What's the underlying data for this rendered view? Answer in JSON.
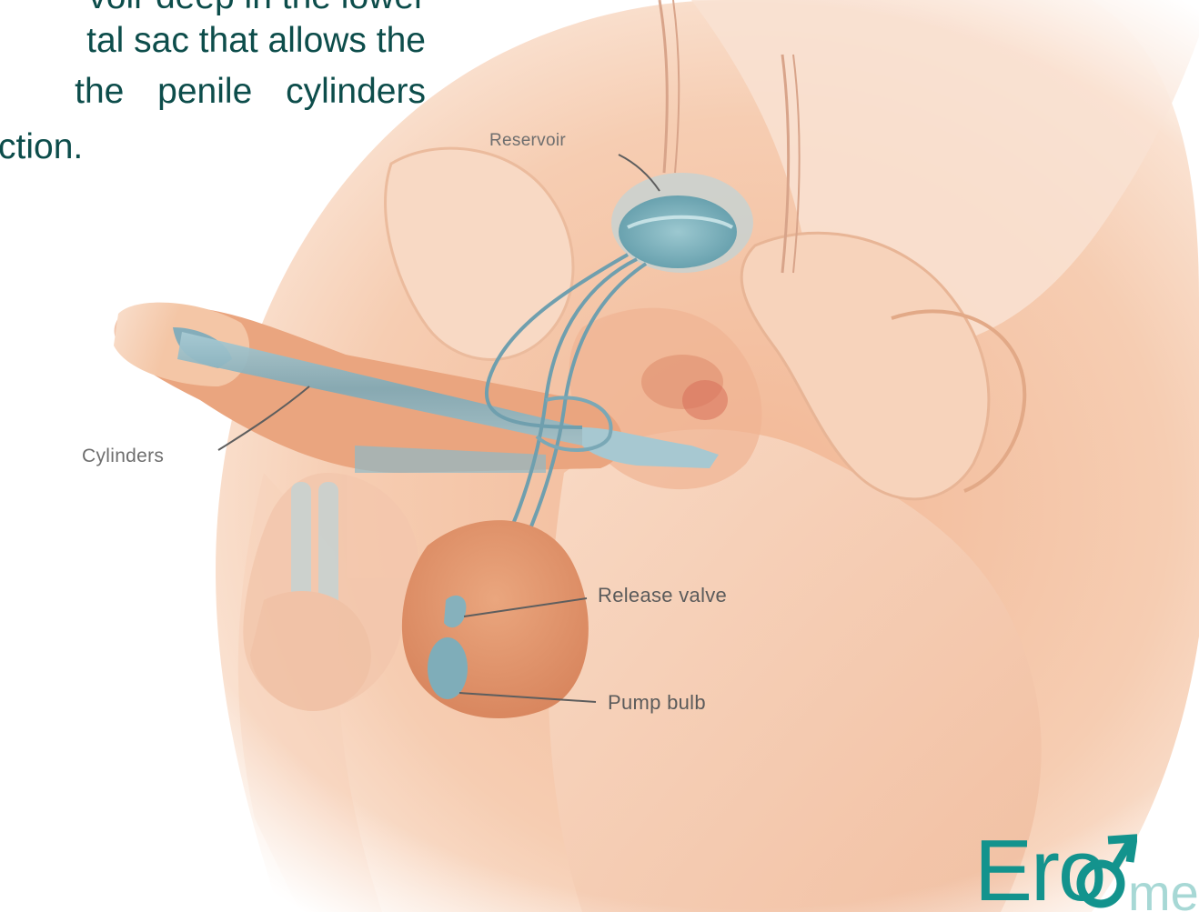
{
  "description_text": {
    "line1": "voir deep in the lower",
    "line2": "tal sac that allows the",
    "line3": "the penile cylinders",
    "line4": "ction."
  },
  "diagram": {
    "labels": {
      "reservoir": "Reservoir",
      "cylinders": "Cylinders",
      "release_valve": "Release valve",
      "pump_bulb": "Pump bulb"
    }
  },
  "logo": {
    "brand": "Ero",
    "brand_suffix": "me",
    "symbol": "male-symbol-icon"
  },
  "colors": {
    "text": "#0d4d4b",
    "brand": "#13938d",
    "skin": "#f3c6a6",
    "implant": "#8fb9c6"
  }
}
